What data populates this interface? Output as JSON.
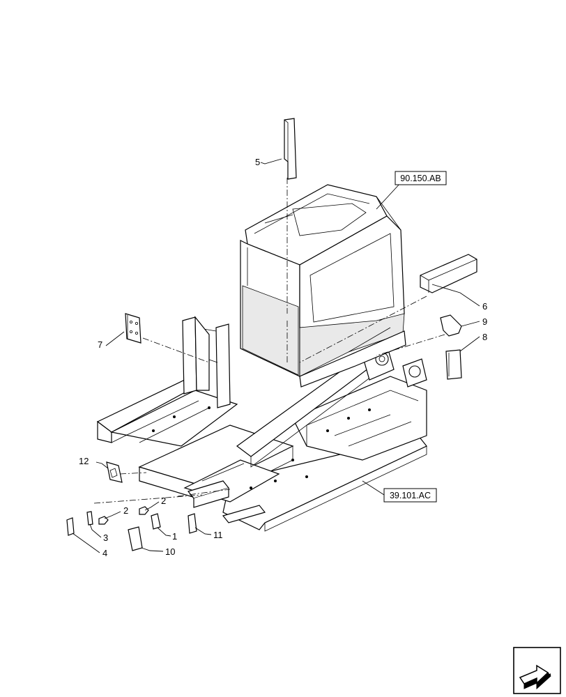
{
  "callouts": {
    "c1": "1",
    "c2a": "2",
    "c2b": "2",
    "c3": "3",
    "c4": "4",
    "c5": "5",
    "c6": "6",
    "c7": "7",
    "c8": "8",
    "c9": "9",
    "c10": "10",
    "c11": "11",
    "c12": "12"
  },
  "references": {
    "cab": "90.150.AB",
    "frame": "39.101.AC"
  },
  "icons": {
    "navigation": "next-page-arrow-icon"
  }
}
